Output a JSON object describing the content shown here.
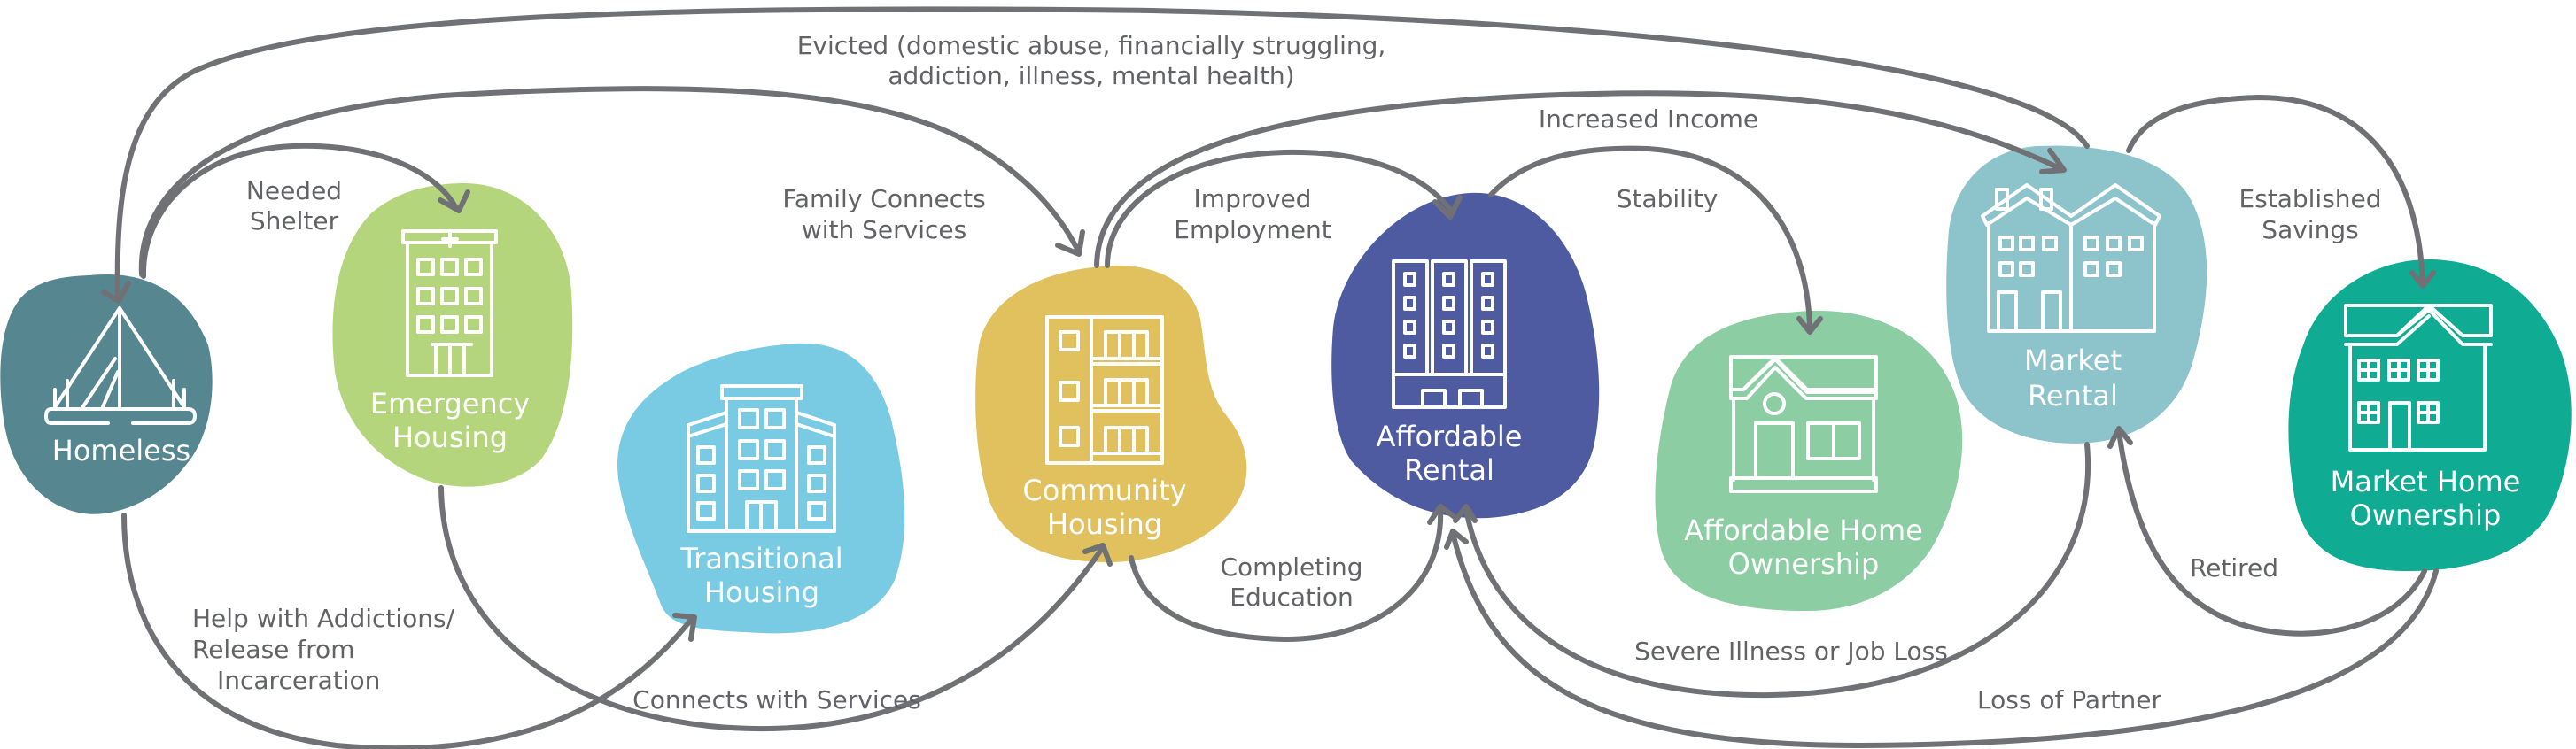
{
  "diagram": {
    "type": "housing-continuum-flow",
    "stroke_color": "#707174",
    "label_color": "#626366",
    "nodes": [
      {
        "id": "homeless",
        "label_lines": [
          "Homeless"
        ],
        "color": "#568790",
        "icon": "tent-icon"
      },
      {
        "id": "emergency",
        "label_lines": [
          "Emergency",
          "Housing"
        ],
        "color": "#b4d57b",
        "icon": "hospital-building-icon"
      },
      {
        "id": "transitional",
        "label_lines": [
          "Transitional",
          "Housing"
        ],
        "color": "#78cbe3",
        "icon": "apartment-building-icon"
      },
      {
        "id": "community",
        "label_lines": [
          "Community",
          "Housing"
        ],
        "color": "#e1c05e",
        "icon": "balcony-building-icon"
      },
      {
        "id": "affordable_rental",
        "label_lines": [
          "Affordable",
          "Rental"
        ],
        "color": "#4f5ba0",
        "icon": "tower-blocks-icon"
      },
      {
        "id": "affordable_home",
        "label_lines": [
          "Affordable Home",
          "Ownership"
        ],
        "color": "#8ccda3",
        "icon": "house-icon"
      },
      {
        "id": "market_rental",
        "label_lines": [
          "Market",
          "Rental"
        ],
        "color": "#8dc4cb",
        "icon": "townhouses-icon"
      },
      {
        "id": "market_home",
        "label_lines": [
          "Market Home",
          "Ownership"
        ],
        "color": "#0fab93",
        "icon": "large-house-icon"
      }
    ],
    "flows": [
      {
        "id": "evicted",
        "from": "market_rental",
        "to": "homeless",
        "label_lines": [
          "Evicted (domestic abuse, financially struggling,",
          "addiction, illness, mental health)"
        ]
      },
      {
        "id": "needed_shelter",
        "from": "homeless",
        "to": "emergency",
        "label_lines": [
          "Needed",
          "Shelter"
        ]
      },
      {
        "id": "family_connects",
        "from": "homeless",
        "to": "community",
        "label_lines": [
          "Family Connects",
          "with Services"
        ]
      },
      {
        "id": "help_addictions",
        "from": "homeless",
        "to": "transitional",
        "label_lines": [
          "Help with Addictions/",
          "Release from",
          "Incarceration"
        ]
      },
      {
        "id": "connects_services",
        "from": "emergency",
        "to": "community",
        "label_lines": [
          "Connects with Services"
        ]
      },
      {
        "id": "improved_employment",
        "from": "community",
        "to": "affordable_rental",
        "label_lines": [
          "Improved",
          "Employment"
        ]
      },
      {
        "id": "increased_income",
        "from": "community",
        "to": "market_rental",
        "label_lines": [
          "Increased Income"
        ]
      },
      {
        "id": "completing_education",
        "from": "community",
        "to": "affordable_rental",
        "label_lines": [
          "Completing",
          "Education"
        ]
      },
      {
        "id": "stability",
        "from": "affordable_rental",
        "to": "affordable_home",
        "label_lines": [
          "Stability"
        ]
      },
      {
        "id": "established_savings",
        "from": "market_rental",
        "to": "market_home",
        "label_lines": [
          "Established",
          "Savings"
        ]
      },
      {
        "id": "severe_illness",
        "from": "market_rental",
        "to": "affordable_rental",
        "label_lines": [
          "Severe Illness or Job Loss"
        ]
      },
      {
        "id": "loss_partner",
        "from": "market_home",
        "to": "affordable_rental",
        "label_lines": [
          "Loss of Partner"
        ]
      },
      {
        "id": "retired",
        "from": "market_home",
        "to": "market_rental",
        "label_lines": [
          "Retired"
        ]
      }
    ]
  }
}
